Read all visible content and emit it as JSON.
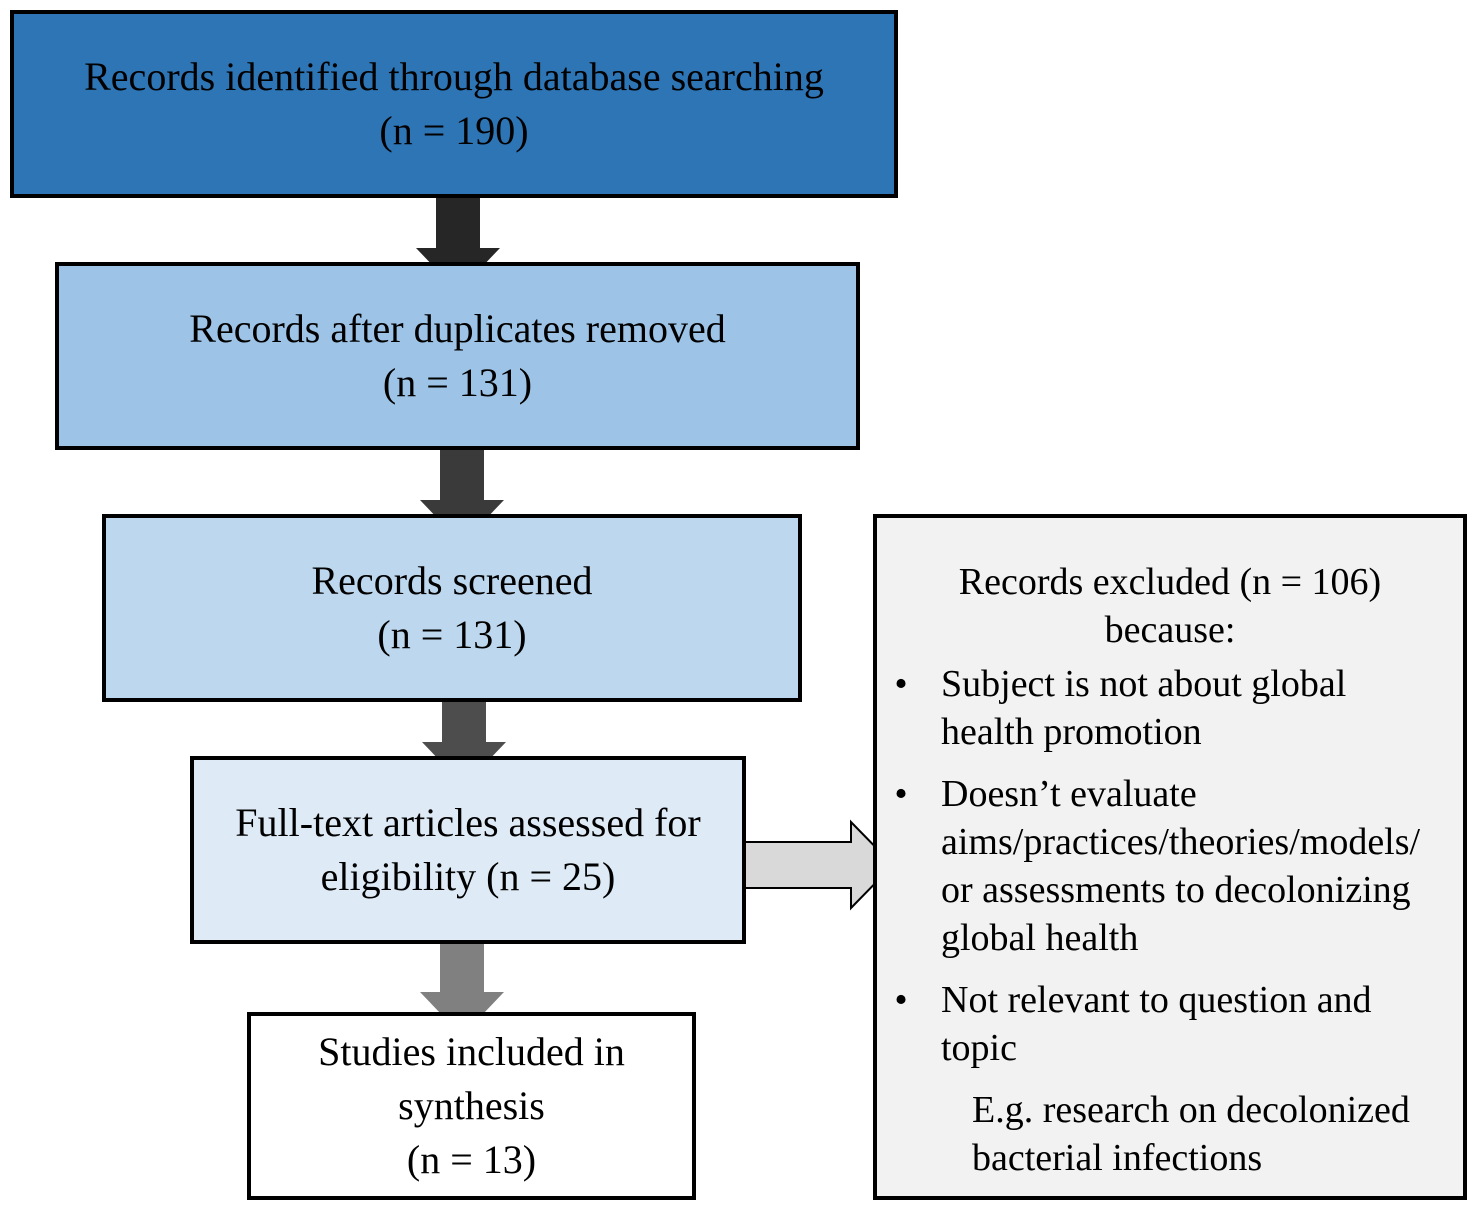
{
  "colors": {
    "box1": "#2e75b6",
    "box2": "#9dc3e6",
    "box3": "#bdd7ee",
    "box4": "#deebf7",
    "box5": "#ffffff",
    "excluded_box": "#f2f2f2",
    "arrow1": "#262626",
    "arrow2": "#3a3a3a",
    "arrow3": "#4d4d4d",
    "arrow4": "#808080",
    "side_arrow": "#d9d9d9"
  },
  "flow": {
    "identified": {
      "line1": "Records identified through database searching",
      "line2": "(n = 190)"
    },
    "deduplicated": {
      "line1": "Records after duplicates removed",
      "line2": "(n = 131)"
    },
    "screened": {
      "line1": "Records screened",
      "line2": "(n = 131)"
    },
    "fulltext": {
      "line1": "Full-text articles assessed for",
      "line2": "eligibility (n = 25)"
    },
    "included": {
      "line1": "Studies included in",
      "line2": "synthesis",
      "line3": "(n = 13)"
    }
  },
  "excluded": {
    "heading_line1": "Records excluded (n = 106)",
    "heading_line2": "because:",
    "bullet_symbol": "•",
    "reasons": [
      {
        "lines": [
          "Subject is not about global",
          "health promotion"
        ]
      },
      {
        "lines": [
          "Doesn’t evaluate",
          "aims/practices/theories/models/",
          "or assessments to decolonizing",
          "global health"
        ]
      },
      {
        "lines": [
          "Not relevant to question and",
          "topic"
        ]
      }
    ],
    "example_line1": "E.g. research on decolonized",
    "example_line2": "bacterial infections"
  }
}
